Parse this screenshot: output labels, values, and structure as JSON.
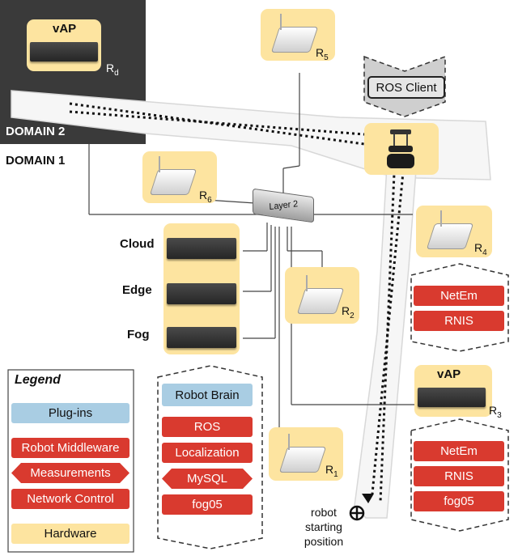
{
  "domains": {
    "domain2": "DOMAIN 2",
    "domain1": "DOMAIN 1"
  },
  "vap_top": {
    "title": "vAP",
    "router_letter": "R",
    "router_sub": "d"
  },
  "vap_right": {
    "title": "vAP",
    "router_letter": "R",
    "router_sub": "3"
  },
  "routers": [
    {
      "letter": "R",
      "sub": "5"
    },
    {
      "letter": "R",
      "sub": "6"
    },
    {
      "letter": "R",
      "sub": "4"
    },
    {
      "letter": "R",
      "sub": "2"
    },
    {
      "letter": "R",
      "sub": "1"
    }
  ],
  "switch_label": "Layer 2",
  "ros_client": "ROS Client",
  "compute": {
    "cloud": "Cloud",
    "edge": "Edge",
    "fog": "Fog"
  },
  "stack_r4": [
    "NetEm",
    "RNIS"
  ],
  "stack_r3": [
    "NetEm",
    "RNIS",
    "fog05"
  ],
  "robot_stack": {
    "brain": "Robot Brain",
    "ros": "ROS",
    "localization": "Localization",
    "mysql": "MySQL",
    "fog05": "fog05"
  },
  "robot_start": {
    "line1": "robot",
    "line2": "starting",
    "line3": "position"
  },
  "legend": {
    "title": "Legend",
    "plugins": "Plug-ins",
    "middleware": "Robot Middleware",
    "measurements": "Measurements",
    "network_control": "Network Control",
    "hardware": "Hardware"
  },
  "colors": {
    "red": "#d93a2f",
    "blue": "#a9cde3",
    "yellow": "#fde4a0",
    "dark": "#3d3d3d"
  }
}
